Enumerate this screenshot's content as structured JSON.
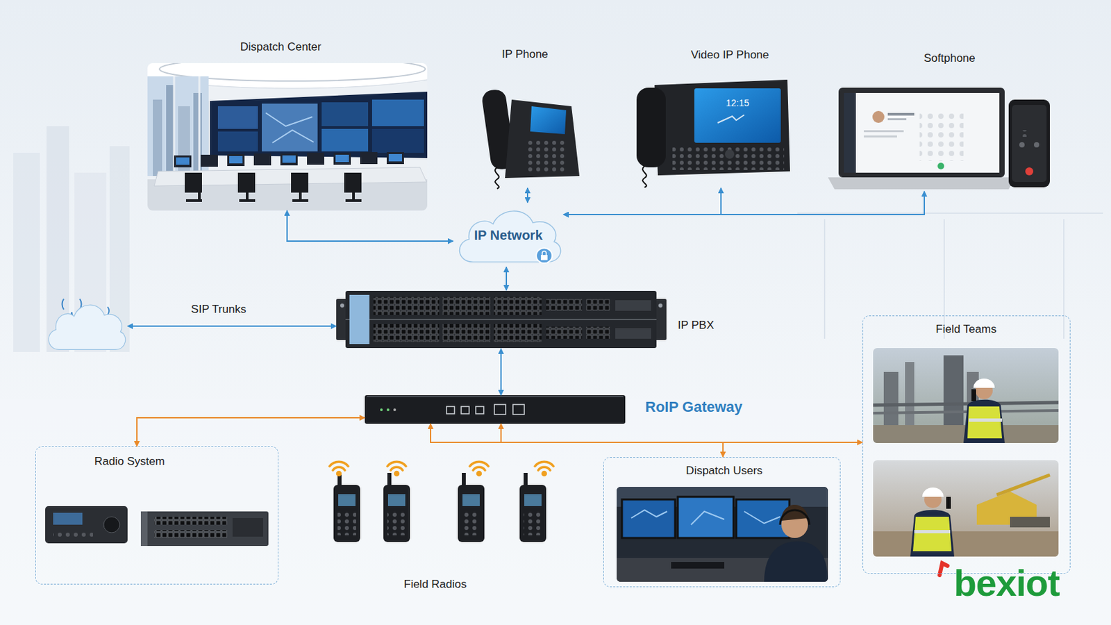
{
  "diagram": {
    "nodes": [
      {
        "text": [
          "Dispatch Center"
        ]
      },
      {
        "text": [
          "IP Phone"
        ]
      },
      {
        "text": [
          "Video IP Phone"
        ]
      },
      {
        "text": [
          "Softphone"
        ]
      },
      {
        "text": [
          "IP Network"
        ]
      },
      {
        "text": [
          "SIP Trunks"
        ]
      },
      {
        "text": [
          "IP PBX"
        ]
      },
      {
        "text": [
          "RoIP Gateway"
        ]
      },
      {
        "text": [
          "Radio System"
        ]
      },
      {
        "text": [
          "Field Radios"
        ]
      },
      {
        "text": [
          "Dispatch Users"
        ]
      },
      {
        "text": [
          "Field Teams"
        ]
      }
    ],
    "edges": [
      {
        "from": 0,
        "to": 4,
        "arrow": "both"
      },
      {
        "from": 4,
        "to": 1,
        "arrow": "both"
      },
      {
        "from": 4,
        "to": 2,
        "arrow": "both"
      },
      {
        "from": 4,
        "to": 3,
        "arrow": "both"
      },
      {
        "from": 4,
        "to": 6,
        "arrow": "both"
      },
      {
        "from": 5,
        "to": 6,
        "arrow": "both"
      },
      {
        "from": 6,
        "to": 7,
        "arrow": "both"
      },
      {
        "from": 7,
        "to": 8,
        "arrow": "both"
      },
      {
        "from": 7,
        "to": 10,
        "arrow": "both"
      },
      {
        "from": 7,
        "to": 11,
        "arrow": "both"
      }
    ],
    "labels": [
      "12:15",
      "bexiot"
    ]
  }
}
